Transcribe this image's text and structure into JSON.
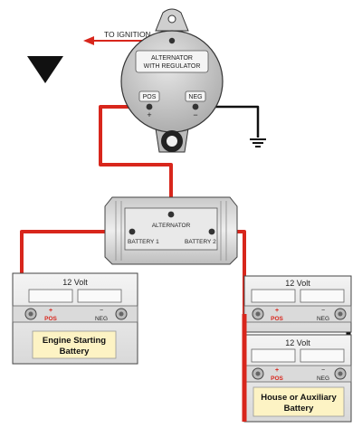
{
  "diagram": {
    "ignition_label": "TO IGNITION",
    "alternator_label_line1": "ALTERNATOR",
    "alternator_label_line2": "WITH REGULATOR",
    "alt_pos_label": "POS",
    "alt_pos_sign": "+",
    "alt_neg_label": "NEG",
    "alt_neg_sign": "−",
    "isolator_label": "ALTERNATOR",
    "isolator_battery1": "BATTERY 1",
    "isolator_battery2": "BATTERY 2",
    "battery_voltage": "12 Volt",
    "terminal_pos": "POS",
    "terminal_neg": "NEG",
    "terminal_plus": "+",
    "terminal_minus": "−",
    "engine_battery_line1": "Engine Starting",
    "engine_battery_line2": "Battery",
    "house_battery_line1": "House or Auxiliary",
    "house_battery_line2": "Battery",
    "colors": {
      "positive_wire": "#d8261c",
      "negative_wire": "#111111",
      "label_fill": "#fdf3c4"
    }
  }
}
